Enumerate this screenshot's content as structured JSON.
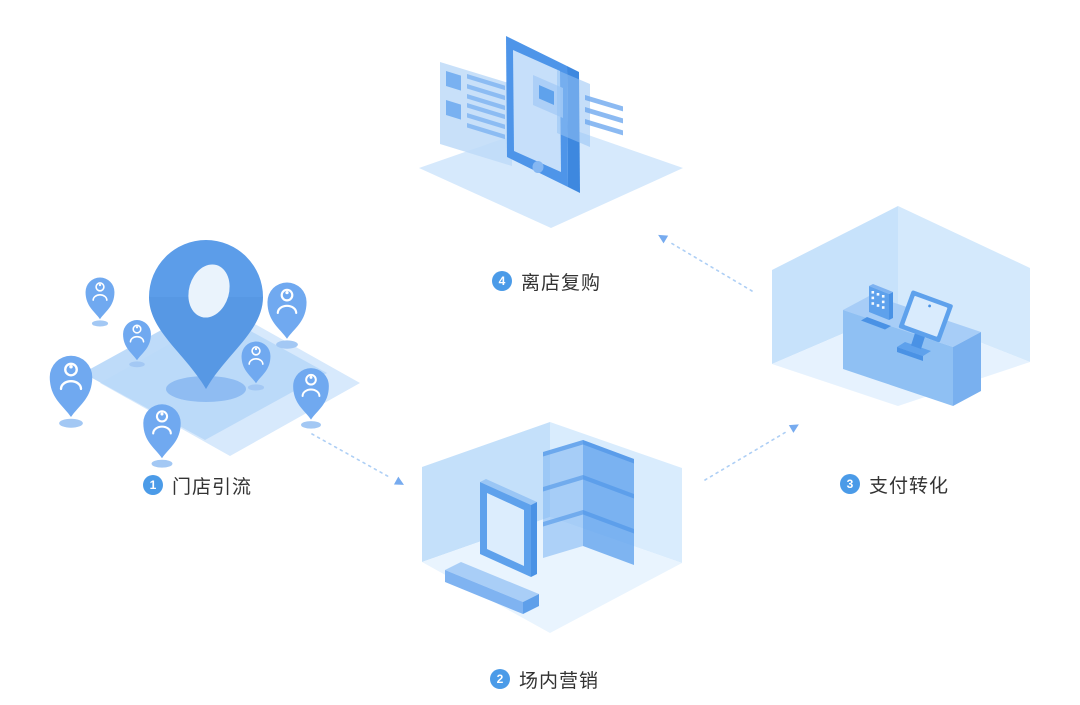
{
  "diagram": {
    "type": "marketing-loop-flow",
    "steps": [
      {
        "number": "1",
        "label": "门店引流",
        "icon": "map-pin-with-customer-pins"
      },
      {
        "number": "2",
        "label": "场内营销",
        "icon": "store-room-signboard-shelf"
      },
      {
        "number": "3",
        "label": "支付转化",
        "icon": "checkout-counter-qr-monitor"
      },
      {
        "number": "4",
        "label": "离店复购",
        "icon": "phone-with-feed-cards"
      }
    ],
    "flow": [
      {
        "from": "1",
        "to": "2"
      },
      {
        "from": "2",
        "to": "3"
      },
      {
        "from": "3",
        "to": "4"
      }
    ]
  },
  "colors": {
    "background": "#ffffff",
    "badge_blue": "#4b9be8",
    "label_text": "#333333",
    "primary_blue": "#4e95e9",
    "pin_blue": "#5c9de9",
    "person_pin_blue": "#70a9f0",
    "tile_light_blue": "#d7e9fc",
    "tile_medium_blue": "#b9d8f8",
    "wall_blue": "#c6e1fb",
    "floor_blue": "#e9f4fe",
    "arrow_blue": "#aecff5"
  }
}
